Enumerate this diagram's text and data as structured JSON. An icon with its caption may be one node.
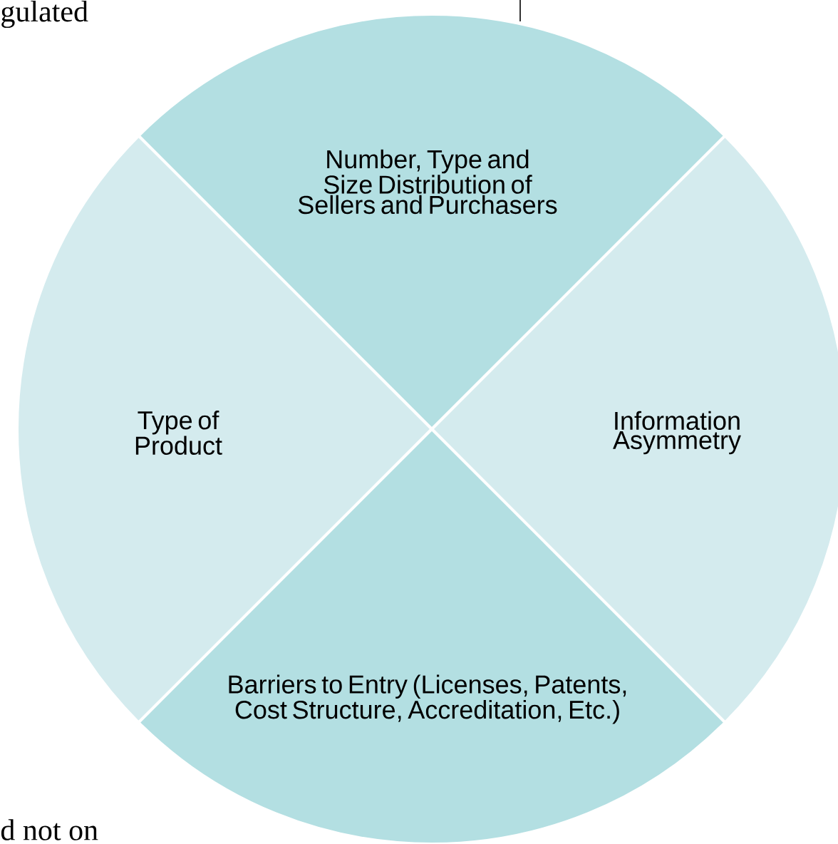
{
  "diagram": {
    "nodes": [
      {
        "text": [
          "Number, Type and Size Distribution of Sellers and Purchasers"
        ]
      },
      {
        "text": [
          "Type of Product"
        ]
      },
      {
        "text": [
          "Information Asymmetry"
        ]
      },
      {
        "text": [
          "Barriers to Entry (Licenses, Patents, Cost Structure, Accreditation, Etc.)"
        ]
      }
    ],
    "labels": [
      "gulated",
      "d not on"
    ]
  }
}
